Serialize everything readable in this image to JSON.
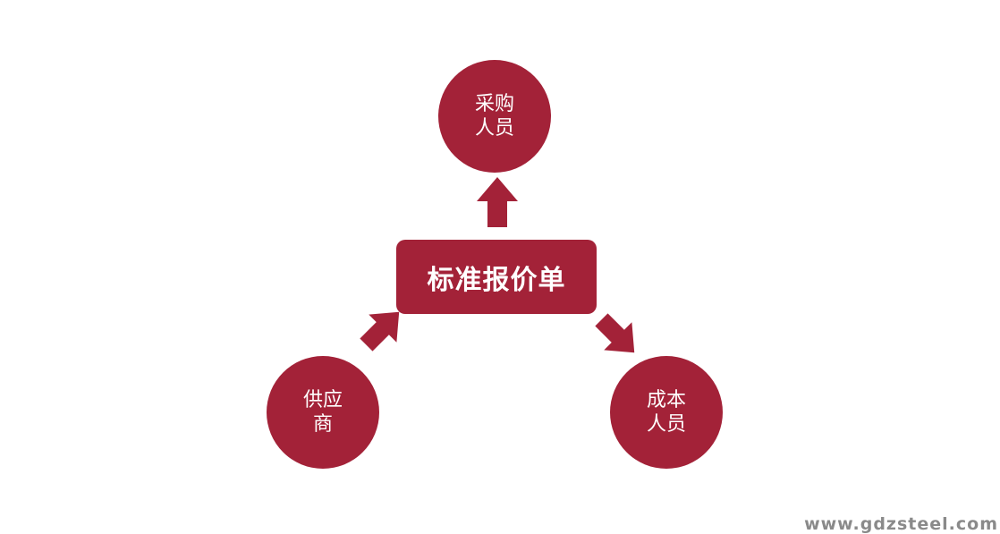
{
  "center": {
    "label": "标准报价单"
  },
  "nodes": {
    "top": {
      "line1": "采购",
      "line2": "人员"
    },
    "left": {
      "line1": "供应",
      "line2": "商"
    },
    "right": {
      "line1": "成本",
      "line2": "人员"
    }
  },
  "colors": {
    "primary": "#a32238",
    "text": "#ffffff",
    "watermark": "#8a8a8a"
  },
  "watermark": {
    "text": "www.gdzsteel.com"
  }
}
